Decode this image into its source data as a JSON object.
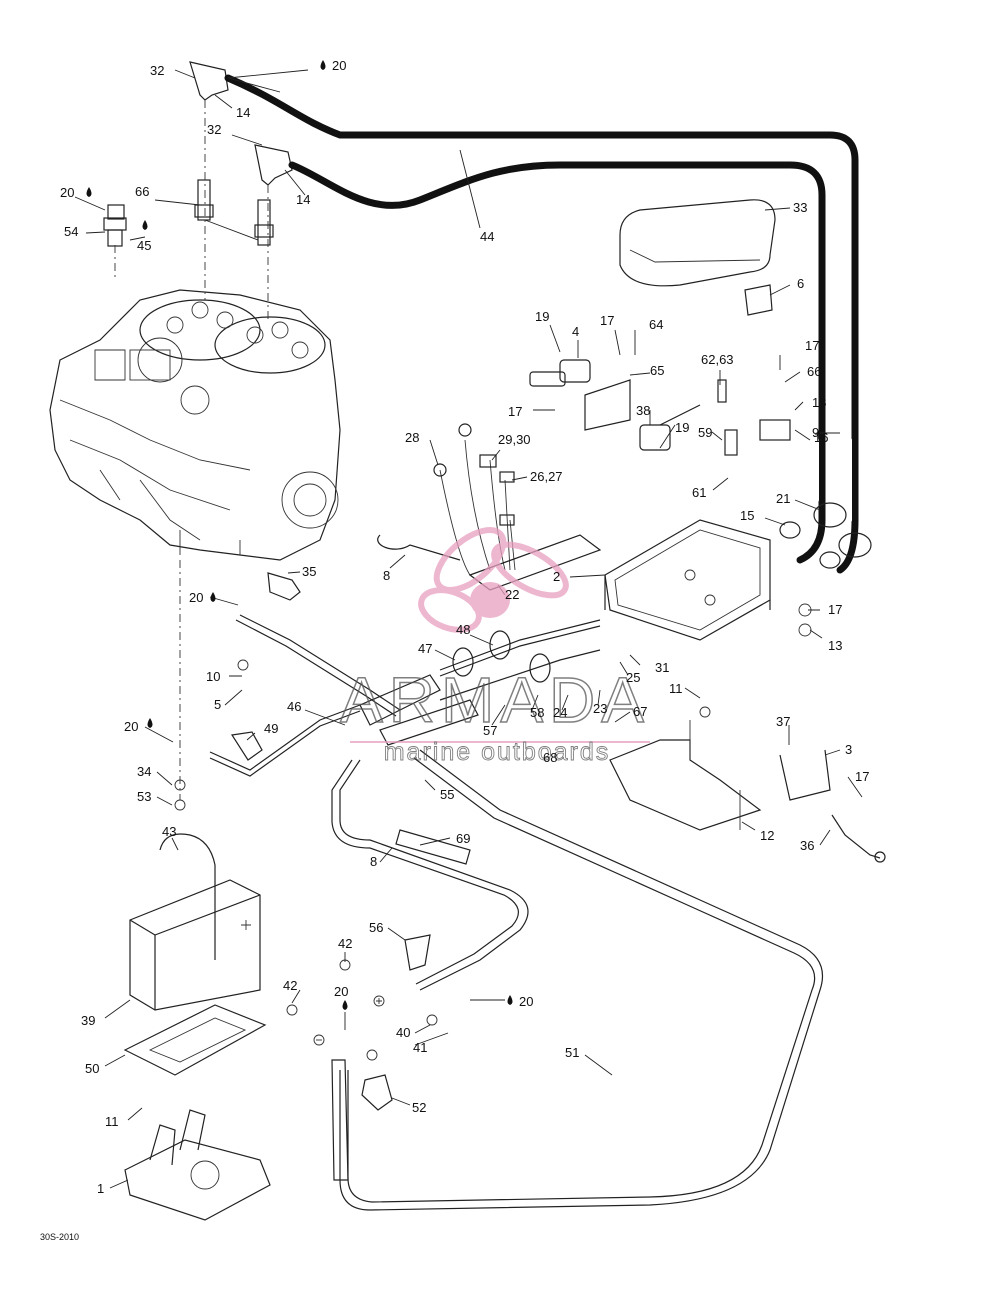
{
  "diagram": {
    "code": "30S-2010",
    "labels": [
      {
        "id": "32a",
        "text": "32"
      },
      {
        "id": "20a",
        "text": "20"
      },
      {
        "id": "14a",
        "text": "14"
      },
      {
        "id": "32b",
        "text": "32"
      },
      {
        "id": "14b",
        "text": "14"
      },
      {
        "id": "20b",
        "text": "20"
      },
      {
        "id": "66a",
        "text": "66"
      },
      {
        "id": "54",
        "text": "54"
      },
      {
        "id": "45",
        "text": "45"
      },
      {
        "id": "44",
        "text": "44"
      },
      {
        "id": "33",
        "text": "33"
      },
      {
        "id": "6",
        "text": "6"
      },
      {
        "id": "19a",
        "text": "19"
      },
      {
        "id": "4",
        "text": "4"
      },
      {
        "id": "17a",
        "text": "17"
      },
      {
        "id": "64",
        "text": "64"
      },
      {
        "id": "65",
        "text": "65"
      },
      {
        "id": "17b",
        "text": "17"
      },
      {
        "id": "38",
        "text": "38"
      },
      {
        "id": "19b",
        "text": "19"
      },
      {
        "id": "62_63",
        "text": "62,63"
      },
      {
        "id": "17c",
        "text": "17"
      },
      {
        "id": "66b",
        "text": "66"
      },
      {
        "id": "18",
        "text": "18"
      },
      {
        "id": "16",
        "text": "16"
      },
      {
        "id": "9",
        "text": "9"
      },
      {
        "id": "59",
        "text": "59"
      },
      {
        "id": "61",
        "text": "61"
      },
      {
        "id": "28",
        "text": "28"
      },
      {
        "id": "29_30",
        "text": "29,30"
      },
      {
        "id": "26_27",
        "text": "26,27"
      },
      {
        "id": "21",
        "text": "21"
      },
      {
        "id": "15",
        "text": "15"
      },
      {
        "id": "2",
        "text": "2"
      },
      {
        "id": "22",
        "text": "22"
      },
      {
        "id": "8a",
        "text": "8"
      },
      {
        "id": "35",
        "text": "35"
      },
      {
        "id": "17d",
        "text": "17"
      },
      {
        "id": "13",
        "text": "13"
      },
      {
        "id": "20c",
        "text": "20"
      },
      {
        "id": "48",
        "text": "48"
      },
      {
        "id": "47",
        "text": "47"
      },
      {
        "id": "31",
        "text": "31"
      },
      {
        "id": "25",
        "text": "25"
      },
      {
        "id": "10",
        "text": "10"
      },
      {
        "id": "5",
        "text": "5"
      },
      {
        "id": "46",
        "text": "46"
      },
      {
        "id": "57",
        "text": "57"
      },
      {
        "id": "58",
        "text": "58"
      },
      {
        "id": "24",
        "text": "24"
      },
      {
        "id": "23",
        "text": "23"
      },
      {
        "id": "11a",
        "text": "11"
      },
      {
        "id": "67",
        "text": "67"
      },
      {
        "id": "68",
        "text": "68"
      },
      {
        "id": "20d",
        "text": "20"
      },
      {
        "id": "49",
        "text": "49"
      },
      {
        "id": "34",
        "text": "34"
      },
      {
        "id": "53",
        "text": "53"
      },
      {
        "id": "55",
        "text": "55"
      },
      {
        "id": "37",
        "text": "37"
      },
      {
        "id": "3",
        "text": "3"
      },
      {
        "id": "17e",
        "text": "17"
      },
      {
        "id": "12",
        "text": "12"
      },
      {
        "id": "36",
        "text": "36"
      },
      {
        "id": "43",
        "text": "43"
      },
      {
        "id": "69",
        "text": "69"
      },
      {
        "id": "8b",
        "text": "8"
      },
      {
        "id": "56",
        "text": "56"
      },
      {
        "id": "42a",
        "text": "42"
      },
      {
        "id": "42b",
        "text": "42"
      },
      {
        "id": "20e",
        "text": "20"
      },
      {
        "id": "20f",
        "text": "20"
      },
      {
        "id": "39",
        "text": "39"
      },
      {
        "id": "40",
        "text": "40"
      },
      {
        "id": "41",
        "text": "41"
      },
      {
        "id": "50",
        "text": "50"
      },
      {
        "id": "51",
        "text": "51"
      },
      {
        "id": "52",
        "text": "52"
      },
      {
        "id": "11b",
        "text": "11"
      },
      {
        "id": "1",
        "text": "1"
      }
    ]
  },
  "watermark": {
    "brand": "ARMADA",
    "tagline": "marine outboards",
    "color": "#e8a0c0"
  }
}
